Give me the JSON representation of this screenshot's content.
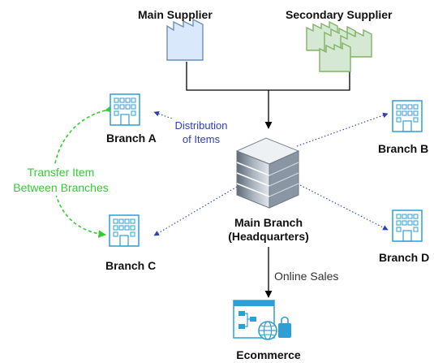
{
  "nodes": {
    "main_supplier": "Main Supplier",
    "secondary_supplier": "Secondary Supplier",
    "branch_a": "Branch A",
    "branch_b": "Branch B",
    "branch_c": "Branch C",
    "branch_d": "Branch D",
    "main_branch_line1": "Main Branch",
    "main_branch_line2": "(Headquarters)",
    "ecommerce": "Ecommerce"
  },
  "edge_labels": {
    "distribution_line1": "Distribution",
    "distribution_line2": "of Items",
    "transfer_line1": "Transfer Item",
    "transfer_line2": "Between Branches",
    "online_sales": "Online Sales"
  },
  "colors": {
    "distribution": "#2f3fc0",
    "transfer": "#33cc33",
    "branch_icon": "#2e9fd6",
    "factory_main_fill": "#dae8fc",
    "factory_main_stroke": "#6c8ebf",
    "factory_secondary_fill": "#d5e8d4",
    "factory_secondary_stroke": "#82b366"
  },
  "icons": {
    "main_supplier": "factory-icon",
    "secondary_supplier": "factory-icon",
    "branches": "office-building-icon",
    "main_branch": "server-stack-icon",
    "ecommerce": "ecommerce-icon"
  }
}
